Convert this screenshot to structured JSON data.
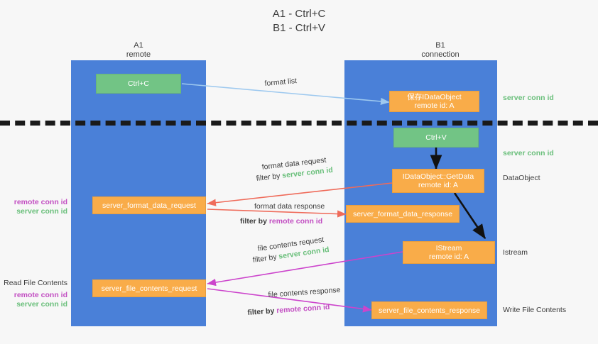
{
  "title": "A1 - Ctrl+C\nB1 - Ctrl+V",
  "lanes": [
    {
      "name": "A1",
      "sub": "remote"
    },
    {
      "name": "B1",
      "sub": "connection"
    }
  ],
  "boxes": {
    "ctrl_c": "Ctrl+C",
    "ctrl_v": "Ctrl+V",
    "idataobject_remote": "保存IDataObject\nremote id: A",
    "idataobject_getdata": "IDataObject::GetData\nremote id: A",
    "istream": "IStream\nremote id: A",
    "server_format_data_request": "server_format_data_request",
    "server_format_data_response": "server_format_data_response",
    "server_file_contents_request": "server_file_contents_request",
    "server_file_contents_response": "server_file_contents_response"
  },
  "right_labels": {
    "server_conn_id_1": "server conn id",
    "server_conn_id_2": "server conn id",
    "dataobject": "DataObject",
    "istream": "Istream",
    "write_file_contents": "Write File Contents"
  },
  "left_labels": {
    "conn_pair_1_remote": "remote conn id",
    "conn_pair_1_server": "server conn id",
    "read_file_contents": "Read File Contents",
    "conn_pair_2_remote": "remote conn id",
    "conn_pair_2_server": "server conn id"
  },
  "edges": {
    "format_list": "format list",
    "format_data_request": "format data request",
    "format_data_request_filter_pre": "filter by ",
    "format_data_request_filter_key": "server conn id",
    "format_data_response": "format data response",
    "format_data_response_filter_pre": "filter by ",
    "format_data_response_filter_key": "remote conn id",
    "file_contents_request": "file contents request",
    "file_contents_request_filter_pre": "filter by ",
    "file_contents_request_filter_key": "server conn id",
    "file_contents_response": "file contents response",
    "file_contents_response_filter_pre": "filter by ",
    "file_contents_response_filter_key": "remote conn id"
  },
  "colors": {
    "lane": "#4a80d8",
    "green_box": "#72c485",
    "orange_box": "#f9ac49",
    "green_text": "#6abf7b",
    "magenta_text": "#c24ec2",
    "arrow_blue": "#9ec9ef",
    "arrow_red": "#ef6b5a",
    "arrow_magenta": "#cc44cc",
    "arrow_black": "#111111",
    "background": "#f7f7f7"
  }
}
